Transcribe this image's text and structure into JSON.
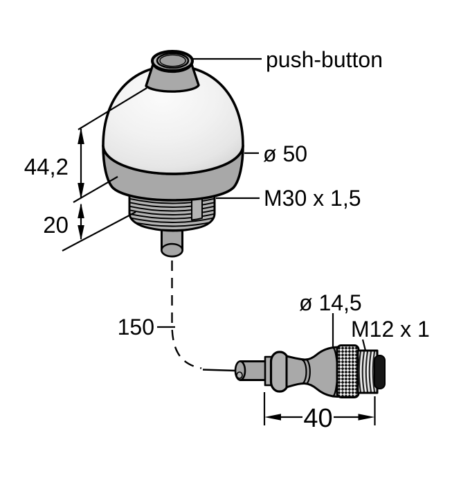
{
  "figure": {
    "type": "technical-dimension-drawing",
    "subject": "dome push-button indicator with M30 mount and M12 pigtail connector",
    "background": "#ffffff",
    "line_color": "#000000",
    "body_gray": "#a8a8a8",
    "dome_gray": "#efefef",
    "labels": {
      "push_button": "push-button",
      "dome_diameter": "ø 50",
      "mounting_thread": "M30 x 1,5",
      "body_height": "44,2",
      "thread_length": "20",
      "cable_length": "150",
      "connector_diameter": "ø 14,5",
      "connector_thread": "M12 x 1",
      "connector_length": "40"
    }
  }
}
